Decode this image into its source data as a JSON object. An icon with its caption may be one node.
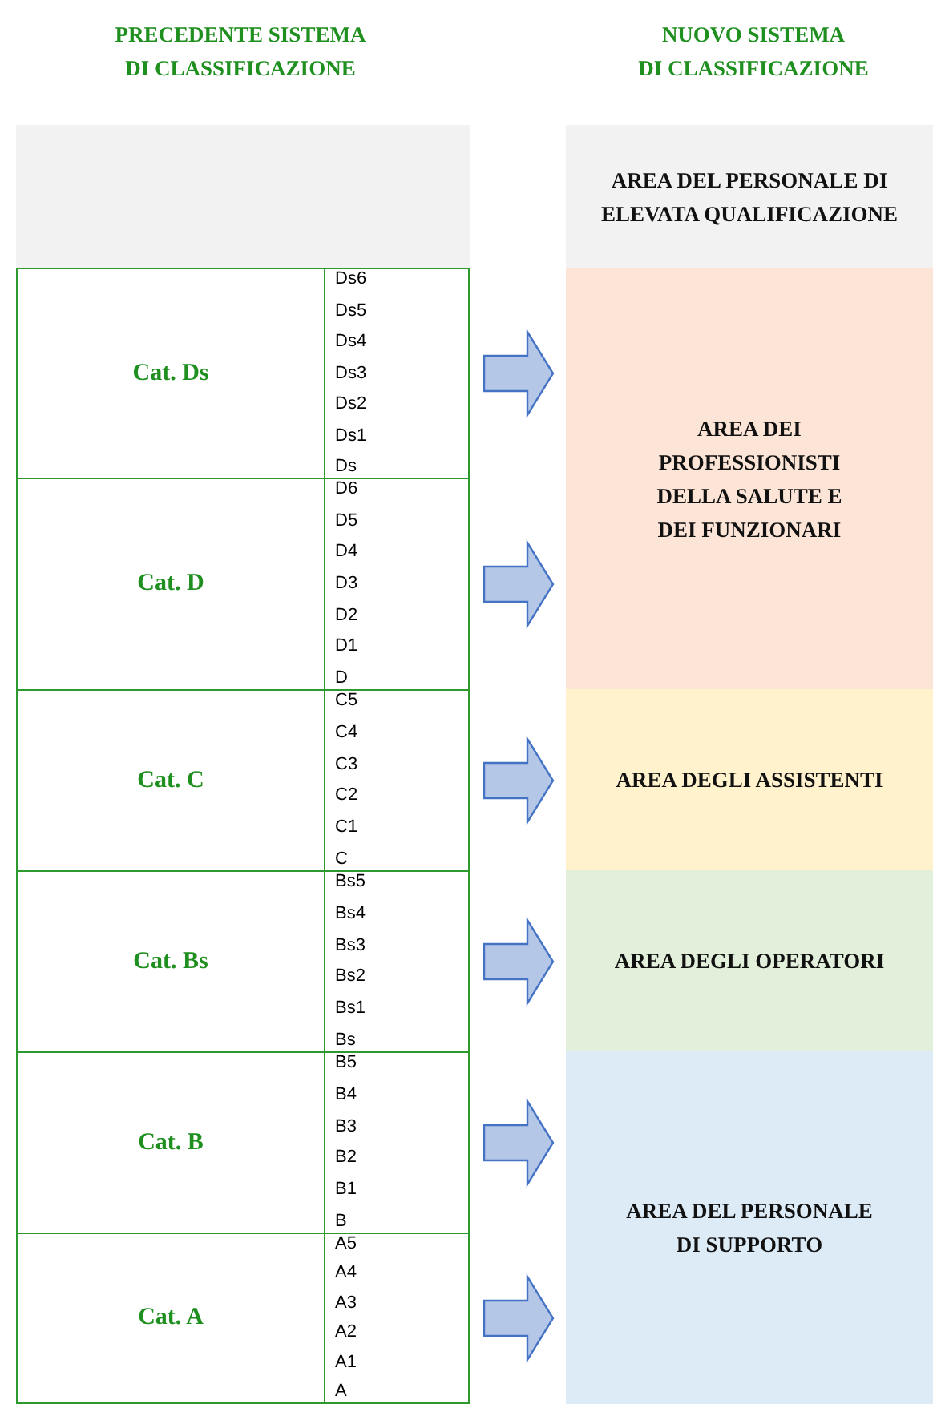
{
  "diagram": {
    "nodes": [
      {
        "text": [],
        "shape": "box"
      },
      {
        "text": [
          "AREA DEL PERSONALE DI ELEVATA QUALIFICAZIONE"
        ]
      },
      {
        "text": [
          "Cat. Ds",
          "Ds6",
          "Ds5",
          "Ds4",
          "Ds3",
          "Ds2",
          "Ds1",
          "Ds"
        ]
      },
      {
        "text": [
          "AREA DEI PROFESSIONISTI DELLA SALUTE E DEI FUNZIONARI"
        ]
      },
      {
        "text": [
          "Cat. D",
          "D6",
          "D5",
          "D4",
          "D3",
          "D2",
          "D1",
          "D"
        ]
      },
      {
        "text": [
          "Cat. C",
          "C5",
          "C4",
          "C3",
          "C2",
          "C1",
          "C"
        ]
      },
      {
        "text": [
          "AREA DEGLI ASSISTENTI"
        ]
      },
      {
        "text": [
          "Cat. Bs",
          "Bs5",
          "Bs4",
          "Bs3",
          "Bs2",
          "Bs1",
          "Bs"
        ]
      },
      {
        "text": [
          "AREA DEGLI OPERATORI"
        ]
      },
      {
        "text": [
          "Cat. B",
          "B5",
          "B4",
          "B3",
          "B2",
          "B1",
          "B"
        ]
      },
      {
        "text": [
          "AREA DEL PERSONALE DI SUPPORTO"
        ]
      },
      {
        "text": [
          "Cat. A",
          "A5",
          "A4",
          "A3",
          "A2",
          "A1",
          "A"
        ]
      }
    ],
    "edges": [
      {
        "from": 2,
        "to": 3,
        "arrow": "to"
      },
      {
        "from": 4,
        "to": 3,
        "arrow": "to"
      },
      {
        "from": 5,
        "to": 6,
        "arrow": "to"
      },
      {
        "from": 7,
        "to": 8,
        "arrow": "to"
      },
      {
        "from": 9,
        "to": 10,
        "arrow": "to"
      },
      {
        "from": 11,
        "to": 10,
        "arrow": "to"
      }
    ],
    "labels": [
      "PRECEDENTE SISTEMA DI CLASSIFICAZIONE",
      "NUOVO SISTEMA DI CLASSIFICAZIONE"
    ]
  }
}
